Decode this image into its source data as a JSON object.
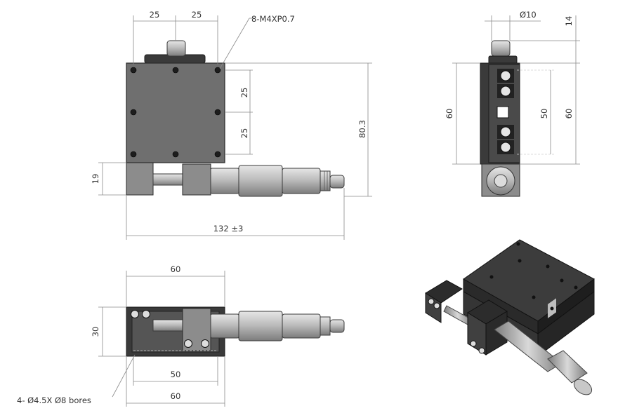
{
  "front_view": {
    "dim_top_left": "25",
    "dim_top_right": "25",
    "callout_holes": "8-M4XP0.7",
    "dim_right_upper": "25",
    "dim_right_lower": "25",
    "dim_height_total": "80.3",
    "dim_left_height": "19",
    "dim_total_length": "132 ±3"
  },
  "side_view": {
    "dim_diameter": "Ø10",
    "dim_top_height": "14",
    "dim_left_height": "60",
    "dim_inner_height": "50",
    "dim_right_height": "60"
  },
  "bottom_view": {
    "dim_top_width": "60",
    "dim_left_height": "30",
    "dim_inner_width": "50",
    "dim_bottom_width": "60",
    "callout_bores": "4- Ø4.5X Ø8 bores"
  },
  "colors": {
    "plate": "#6f6f6f",
    "dark_block": "#3a3a3a",
    "metal": "#c8c8c8",
    "dimension_line": "#8a8a8a"
  }
}
